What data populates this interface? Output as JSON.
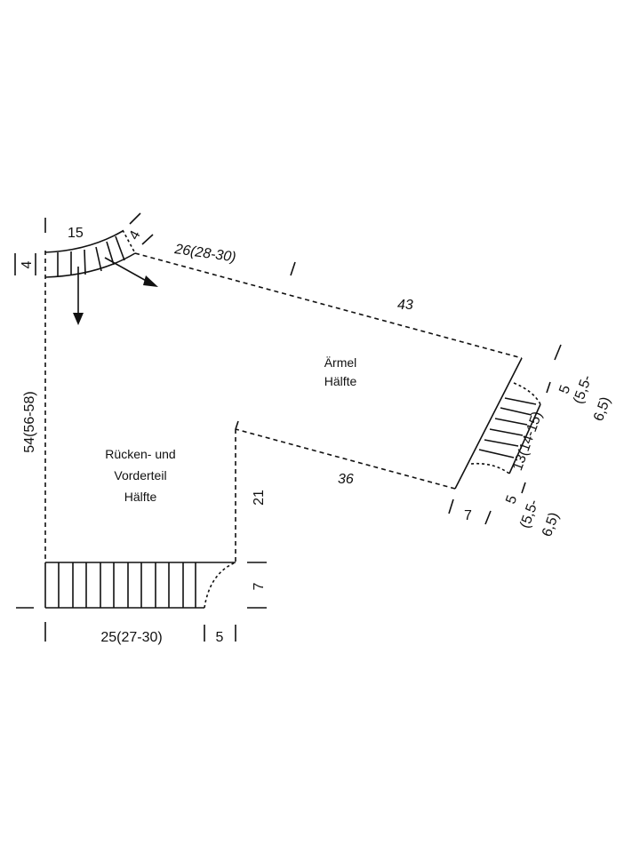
{
  "neckband": {
    "width": "15",
    "height": "4",
    "side": "4"
  },
  "shoulder": {
    "label": "26(28-30)"
  },
  "sleeve": {
    "title_line1": "Ärmel",
    "title_line2": "Hälfte",
    "top_length": "43",
    "under_length": "36",
    "cuff_width": "13(14-15)",
    "cuff_top": "5",
    "cuff_top_sizes_1": "(5,5-",
    "cuff_top_sizes_2": "6,5)",
    "cuff_bottom": "5",
    "cuff_bottom_sizes_1": "(5,5-",
    "cuff_bottom_sizes_2": "6,5)",
    "cuff_height": "7"
  },
  "body": {
    "title_line1": "Rücken- und",
    "title_line2": "Vorderteil",
    "title_line3": "Hälfte",
    "height": "54(56-58)",
    "armhole": "21",
    "rib_height": "7",
    "width": "25(27-30)",
    "side": "5"
  }
}
